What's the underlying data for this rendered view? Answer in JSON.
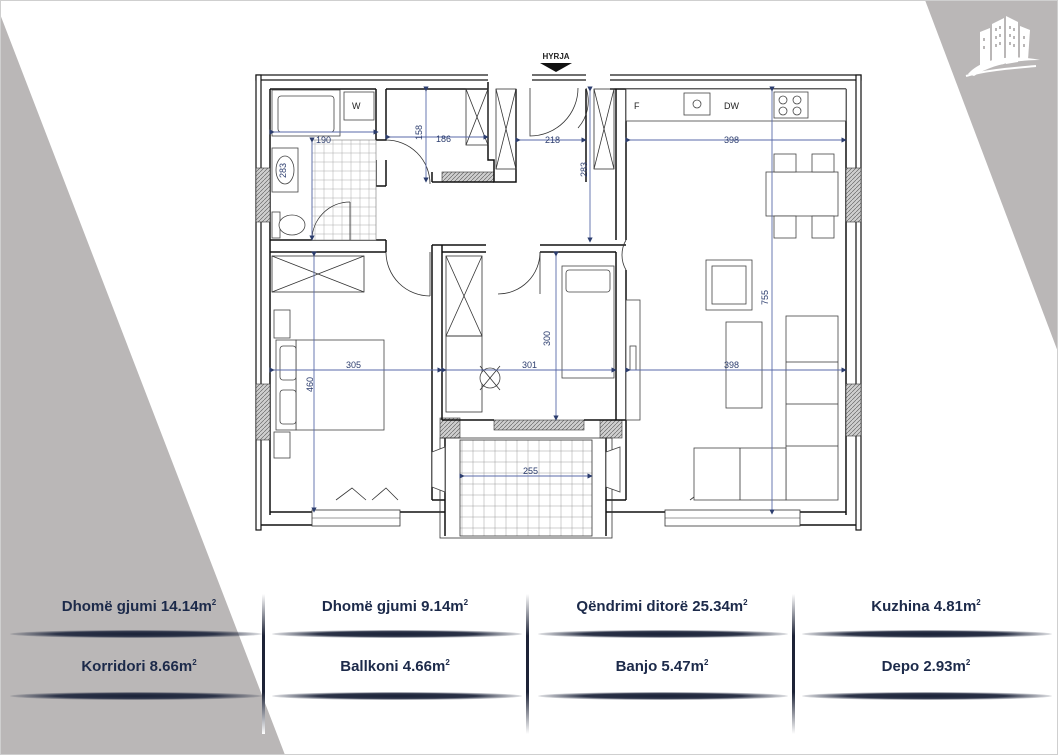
{
  "entrance_label": "HYRJA",
  "plan_labels": {
    "washer": "W",
    "fridge": "F",
    "dishwasher": "DW"
  },
  "dimensions": {
    "bath_width": "190",
    "bath_height": "283",
    "corridor_height": "158",
    "corridor_width": "186",
    "entry_width": "218",
    "entry_height": "283",
    "kitchen_width": "398",
    "living_height": "755",
    "bedroom1_width": "305",
    "bedroom1_height": "460",
    "bedroom2_width": "301",
    "bedroom2_height": "300",
    "living_width": "398",
    "balcony_width": "255"
  },
  "areas": [
    {
      "name": "Dhomë gjumi",
      "value": "14.14m"
    },
    {
      "name": "Dhomë gjumi",
      "value": "9.14m"
    },
    {
      "name": "Qëndrimi ditorë",
      "value": "25.34m"
    },
    {
      "name": "Kuzhina",
      "value": "4.81m"
    },
    {
      "name": "Korridori",
      "value": "8.66m"
    },
    {
      "name": "Ballkoni",
      "value": "4.66m"
    },
    {
      "name": "Banjo",
      "value": "5.47m"
    },
    {
      "name": "Depo",
      "value": "2.93m"
    }
  ],
  "area_unit_sup": "2",
  "colors": {
    "grey_triangle": "#bab7b7",
    "dimension": "#2c3d6e",
    "text": "#1c2a4a"
  }
}
